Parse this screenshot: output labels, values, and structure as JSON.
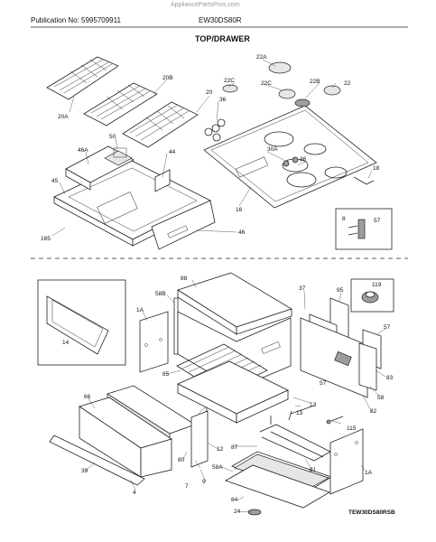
{
  "header": {
    "watermark": "AppliancePartsPros.com",
    "publication": "Publication No: 5995709911",
    "model": "EW30DS80R",
    "section_title": "TOP/DRAWER"
  },
  "footer": {
    "code": "TEW30DS80RSB"
  },
  "callouts": {
    "top": [
      "20A",
      "20B",
      "20",
      "22A",
      "22C",
      "22C",
      "22B",
      "22",
      "36",
      "36",
      "30A",
      "18",
      "16",
      "44",
      "46A",
      "50",
      "45",
      "165",
      "46",
      "8",
      "57"
    ],
    "bottom": [
      "88",
      "58B",
      "1A",
      "37",
      "95",
      "119",
      "57",
      "57",
      "83",
      "58",
      "82",
      "85",
      "13",
      "14",
      "66",
      "1",
      "12",
      "7",
      "9",
      "39",
      "4",
      "80",
      "115",
      "13",
      "87",
      "58A",
      "81",
      "1A",
      "84",
      "24"
    ]
  }
}
